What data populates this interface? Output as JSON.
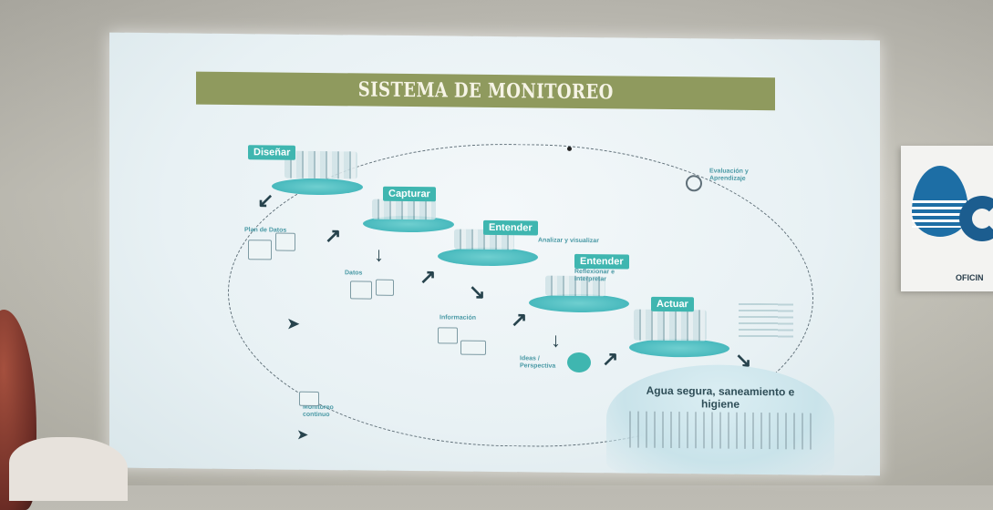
{
  "slide": {
    "title": "SISTEMA DE MONITOREO",
    "stages": {
      "design": "Diseñar",
      "capture": "Capturar",
      "understand_1": "Entender",
      "understand_1_sub": "Analizar y visualizar",
      "understand_2": "Entender",
      "understand_2_sub": "Reflexionar e interpretar",
      "act": "Actuar"
    },
    "labels": {
      "data_plan": "Plan de Datos",
      "data": "Datos",
      "information": "Información",
      "ideas": "Ideas / Perspectiva",
      "continuous_monitoring": "Monitoreo continuo",
      "evaluation": "Evaluación y Aprendizaje"
    },
    "goal": "Agua segura, saneamiento e higiene"
  },
  "logo": {
    "text": "OFICIN"
  },
  "colors": {
    "title_bar": "#8f9a5e",
    "stage_teal": "#3fb6b0",
    "logo_blue": "#1d6ea5"
  }
}
